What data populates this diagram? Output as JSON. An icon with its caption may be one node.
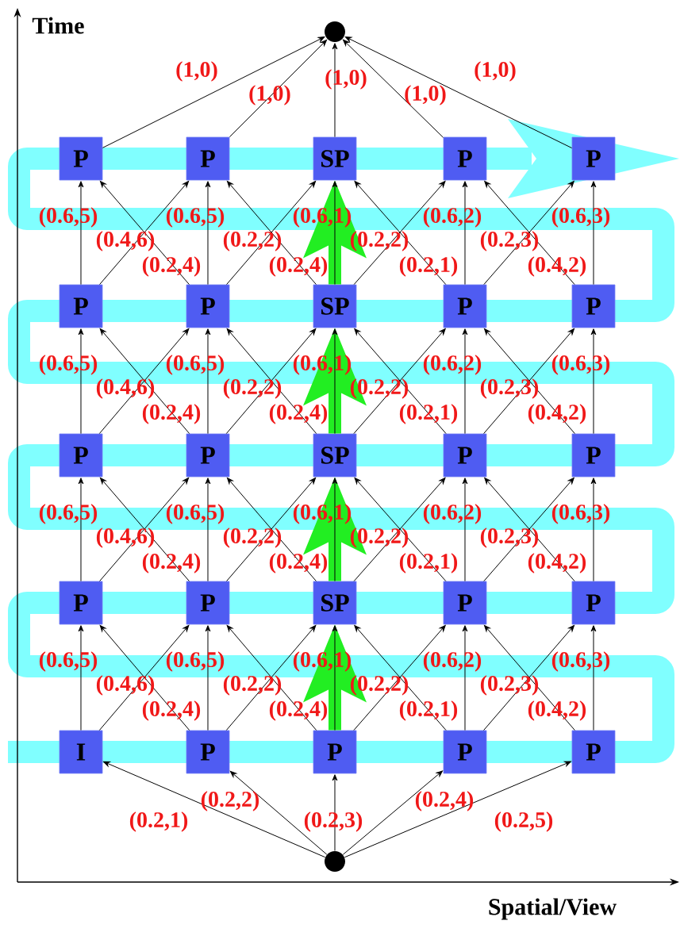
{
  "diagram": {
    "nodes": [
      {
        "text": [],
        "shape": "circle"
      },
      {
        "text": [
          "P"
        ]
      },
      {
        "text": [
          "P"
        ]
      },
      {
        "text": [
          "SP"
        ]
      },
      {
        "text": [
          "P"
        ]
      },
      {
        "text": [
          "P"
        ]
      },
      {
        "text": [
          "P"
        ]
      },
      {
        "text": [
          "P"
        ]
      },
      {
        "text": [
          "SP"
        ]
      },
      {
        "text": [
          "P"
        ]
      },
      {
        "text": [
          "P"
        ]
      },
      {
        "text": [
          "P"
        ]
      },
      {
        "text": [
          "P"
        ]
      },
      {
        "text": [
          "SP"
        ]
      },
      {
        "text": [
          "P"
        ]
      },
      {
        "text": [
          "P"
        ]
      },
      {
        "text": [
          "P"
        ]
      },
      {
        "text": [
          "P"
        ]
      },
      {
        "text": [
          "SP"
        ]
      },
      {
        "text": [
          "P"
        ]
      },
      {
        "text": [
          "P"
        ]
      },
      {
        "text": [
          "I"
        ]
      },
      {
        "text": [
          "P"
        ]
      },
      {
        "text": [
          "P"
        ]
      },
      {
        "text": [
          "P"
        ]
      },
      {
        "text": [
          "P"
        ]
      },
      {
        "text": [],
        "shape": "circle"
      }
    ],
    "edges": [
      {
        "from": 1,
        "to": 0,
        "arrow": "to",
        "label": "(1,0)"
      },
      {
        "from": 2,
        "to": 0,
        "arrow": "to",
        "label": "(1,0)"
      },
      {
        "from": 3,
        "to": 0,
        "arrow": "to",
        "label": "(1,0)"
      },
      {
        "from": 4,
        "to": 0,
        "arrow": "to",
        "label": "(1,0)"
      },
      {
        "from": 5,
        "to": 0,
        "arrow": "to",
        "label": "(1,0)"
      },
      {
        "from": 6,
        "to": 1,
        "arrow": "to",
        "label": "(0.6,5)"
      },
      {
        "from": 7,
        "to": 2,
        "arrow": "to",
        "label": "(0.6,5)"
      },
      {
        "from": 8,
        "to": 3,
        "arrow": "to",
        "label": "(0.6,1)"
      },
      {
        "from": 9,
        "to": 4,
        "arrow": "to",
        "label": "(0.6,2)"
      },
      {
        "from": 10,
        "to": 5,
        "arrow": "to",
        "label": "(0.6,3)"
      },
      {
        "from": 6,
        "to": 2,
        "arrow": "to",
        "label": "(0.4,6)"
      },
      {
        "from": 7,
        "to": 3,
        "arrow": "to",
        "label": "(0.2,2)"
      },
      {
        "from": 8,
        "to": 4,
        "arrow": "to",
        "label": "(0.2,2)"
      },
      {
        "from": 9,
        "to": 5,
        "arrow": "to",
        "label": "(0.2,3)"
      },
      {
        "from": 7,
        "to": 1,
        "arrow": "to",
        "label": "(0.2,4)"
      },
      {
        "from": 8,
        "to": 2,
        "arrow": "to",
        "label": "(0.2,4)"
      },
      {
        "from": 9,
        "to": 3,
        "arrow": "to",
        "label": "(0.2,1)"
      },
      {
        "from": 10,
        "to": 4,
        "arrow": "to",
        "label": "(0.4,2)"
      },
      {
        "from": 11,
        "to": 6,
        "arrow": "to",
        "label": "(0.6,5)"
      },
      {
        "from": 12,
        "to": 7,
        "arrow": "to",
        "label": "(0.6,5)"
      },
      {
        "from": 13,
        "to": 8,
        "arrow": "to",
        "label": "(0.6,1)"
      },
      {
        "from": 14,
        "to": 9,
        "arrow": "to",
        "label": "(0.6,2)"
      },
      {
        "from": 15,
        "to": 10,
        "arrow": "to",
        "label": "(0.6,3)"
      },
      {
        "from": 11,
        "to": 7,
        "arrow": "to",
        "label": "(0.4,6)"
      },
      {
        "from": 12,
        "to": 8,
        "arrow": "to",
        "label": "(0.2,2)"
      },
      {
        "from": 13,
        "to": 9,
        "arrow": "to",
        "label": "(0.2,2)"
      },
      {
        "from": 14,
        "to": 10,
        "arrow": "to",
        "label": "(0.2,3)"
      },
      {
        "from": 12,
        "to": 6,
        "arrow": "to",
        "label": "(0.2,4)"
      },
      {
        "from": 13,
        "to": 7,
        "arrow": "to",
        "label": "(0.2,4)"
      },
      {
        "from": 14,
        "to": 8,
        "arrow": "to",
        "label": "(0.2,1)"
      },
      {
        "from": 15,
        "to": 9,
        "arrow": "to",
        "label": "(0.4,2)"
      },
      {
        "from": 16,
        "to": 11,
        "arrow": "to",
        "label": "(0.6,5)"
      },
      {
        "from": 17,
        "to": 12,
        "arrow": "to",
        "label": "(0.6,5)"
      },
      {
        "from": 18,
        "to": 13,
        "arrow": "to",
        "label": "(0.6,1)"
      },
      {
        "from": 19,
        "to": 14,
        "arrow": "to",
        "label": "(0.6,2)"
      },
      {
        "from": 20,
        "to": 15,
        "arrow": "to",
        "label": "(0.6,3)"
      },
      {
        "from": 16,
        "to": 12,
        "arrow": "to",
        "label": "(0.4,6)"
      },
      {
        "from": 17,
        "to": 13,
        "arrow": "to",
        "label": "(0.2,2)"
      },
      {
        "from": 18,
        "to": 14,
        "arrow": "to",
        "label": "(0.2,2)"
      },
      {
        "from": 19,
        "to": 15,
        "arrow": "to",
        "label": "(0.2,3)"
      },
      {
        "from": 17,
        "to": 11,
        "arrow": "to",
        "label": "(0.2,4)"
      },
      {
        "from": 18,
        "to": 12,
        "arrow": "to",
        "label": "(0.2,4)"
      },
      {
        "from": 19,
        "to": 13,
        "arrow": "to",
        "label": "(0.2,1)"
      },
      {
        "from": 20,
        "to": 14,
        "arrow": "to",
        "label": "(0.4,2)"
      },
      {
        "from": 21,
        "to": 16,
        "arrow": "to",
        "label": "(0.6,5)"
      },
      {
        "from": 22,
        "to": 17,
        "arrow": "to",
        "label": "(0.6,5)"
      },
      {
        "from": 23,
        "to": 18,
        "arrow": "to",
        "label": "(0.6,1)"
      },
      {
        "from": 24,
        "to": 19,
        "arrow": "to",
        "label": "(0.6,2)"
      },
      {
        "from": 25,
        "to": 20,
        "arrow": "to",
        "label": "(0.6,3)"
      },
      {
        "from": 21,
        "to": 17,
        "arrow": "to",
        "label": "(0.4,6)"
      },
      {
        "from": 22,
        "to": 18,
        "arrow": "to",
        "label": "(0.2,2)"
      },
      {
        "from": 23,
        "to": 19,
        "arrow": "to",
        "label": "(0.2,2)"
      },
      {
        "from": 24,
        "to": 20,
        "arrow": "to",
        "label": "(0.2,3)"
      },
      {
        "from": 22,
        "to": 16,
        "arrow": "to",
        "label": "(0.2,4)"
      },
      {
        "from": 23,
        "to": 17,
        "arrow": "to",
        "label": "(0.2,4)"
      },
      {
        "from": 24,
        "to": 18,
        "arrow": "to",
        "label": "(0.2,1)"
      },
      {
        "from": 25,
        "to": 19,
        "arrow": "to",
        "label": "(0.4,2)"
      },
      {
        "from": 26,
        "to": 21,
        "arrow": "to",
        "label": "(0.2,1)"
      },
      {
        "from": 26,
        "to": 22,
        "arrow": "to",
        "label": "(0.2,2)"
      },
      {
        "from": 26,
        "to": 23,
        "arrow": "to",
        "label": "(0.2,3)"
      },
      {
        "from": 26,
        "to": 24,
        "arrow": "to",
        "label": "(0.2,4)"
      },
      {
        "from": 26,
        "to": 25,
        "arrow": "to",
        "label": "(0.2,5)"
      },
      {
        "from": 8,
        "to": 3,
        "arrow": "to",
        "style": "thick",
        "color": "#22ee22"
      },
      {
        "from": 13,
        "to": 8,
        "arrow": "to",
        "style": "thick",
        "color": "#22ee22"
      },
      {
        "from": 18,
        "to": 13,
        "arrow": "to",
        "style": "thick",
        "color": "#22ee22"
      },
      {
        "from": 23,
        "to": 18,
        "arrow": "to",
        "style": "thick",
        "color": "#22ee22"
      }
    ],
    "labels": [
      "Time",
      "Spatial/View"
    ]
  }
}
